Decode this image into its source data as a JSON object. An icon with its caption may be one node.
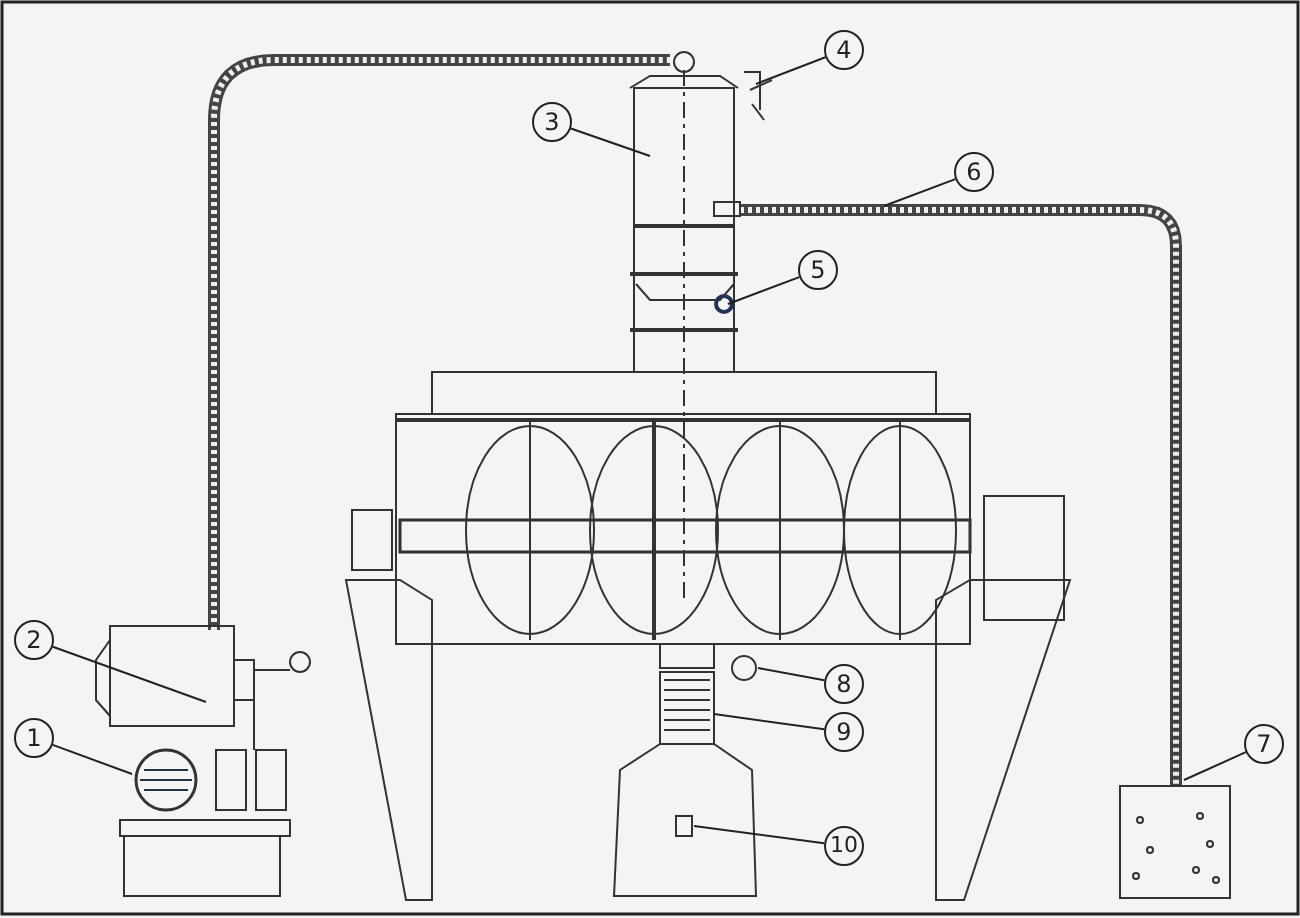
{
  "diagram": {
    "nodes": [
      {
        "text": [
          "1"
        ]
      },
      {
        "text": [
          "2"
        ]
      },
      {
        "text": [
          "3"
        ]
      },
      {
        "text": [
          "4"
        ]
      },
      {
        "text": [
          "5"
        ]
      },
      {
        "text": [
          "6"
        ]
      },
      {
        "text": [
          "7"
        ]
      },
      {
        "text": [
          "8"
        ]
      },
      {
        "text": [
          "9"
        ]
      },
      {
        "text": [
          "10"
        ]
      }
    ],
    "edges": [
      {
        "from": 0,
        "to": null,
        "arrow": "none"
      },
      {
        "from": 1,
        "to": null,
        "arrow": "none"
      },
      {
        "from": 2,
        "to": null,
        "arrow": "none"
      },
      {
        "from": 3,
        "to": null,
        "arrow": "none"
      },
      {
        "from": 4,
        "to": null,
        "arrow": "none"
      },
      {
        "from": 5,
        "to": null,
        "arrow": "none"
      },
      {
        "from": 6,
        "to": null,
        "arrow": "none"
      },
      {
        "from": 7,
        "to": null,
        "arrow": "none"
      },
      {
        "from": 8,
        "to": null,
        "arrow": "none"
      },
      {
        "from": 9,
        "to": null,
        "arrow": "none"
      }
    ]
  }
}
